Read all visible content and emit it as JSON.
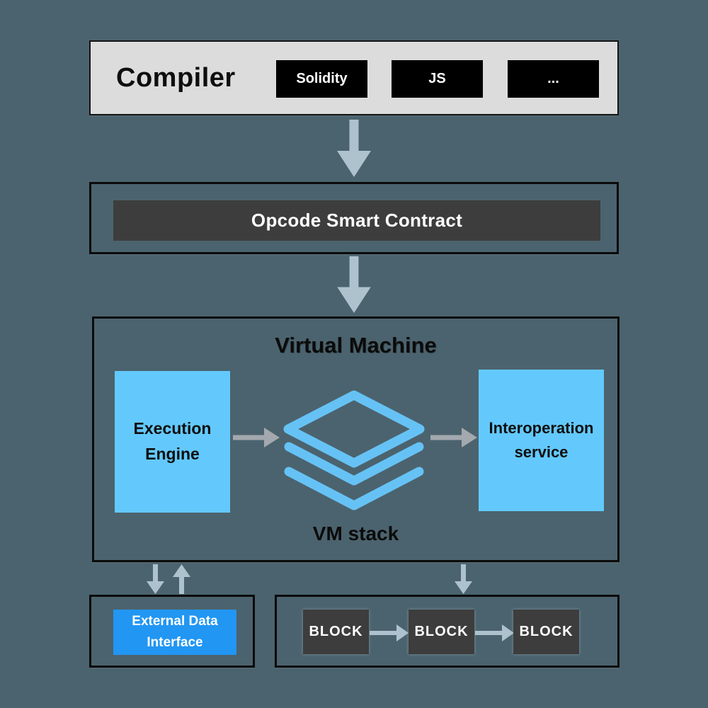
{
  "colors": {
    "background": "#4b636e",
    "compiler_panel": "#dcdcdc",
    "language_button": "#000000",
    "dark_box": "#3d3d3d",
    "light_blue_box": "#63c9fc",
    "bright_blue_box": "#2196f3",
    "stack_icon_blue": "#66c2f5",
    "arrow_steel": "#aec2cd",
    "arrow_gray": "#a3a9ae",
    "border": "#0b0b0b"
  },
  "compiler": {
    "title": "Compiler",
    "languages": [
      "Solidity",
      "JS",
      "..."
    ]
  },
  "opcode": {
    "label": "Opcode Smart Contract"
  },
  "virtual_machine": {
    "title": "Virtual Machine",
    "execution_engine_label": "Execution Engine",
    "interoperation_label": "Interoperation service",
    "stack_label": "VM stack",
    "stack_icon": "layers-icon"
  },
  "external_data": {
    "label": "External Data Interface"
  },
  "blockchain": {
    "blocks": [
      "BLOCK",
      "BLOCK",
      "BLOCK"
    ]
  }
}
